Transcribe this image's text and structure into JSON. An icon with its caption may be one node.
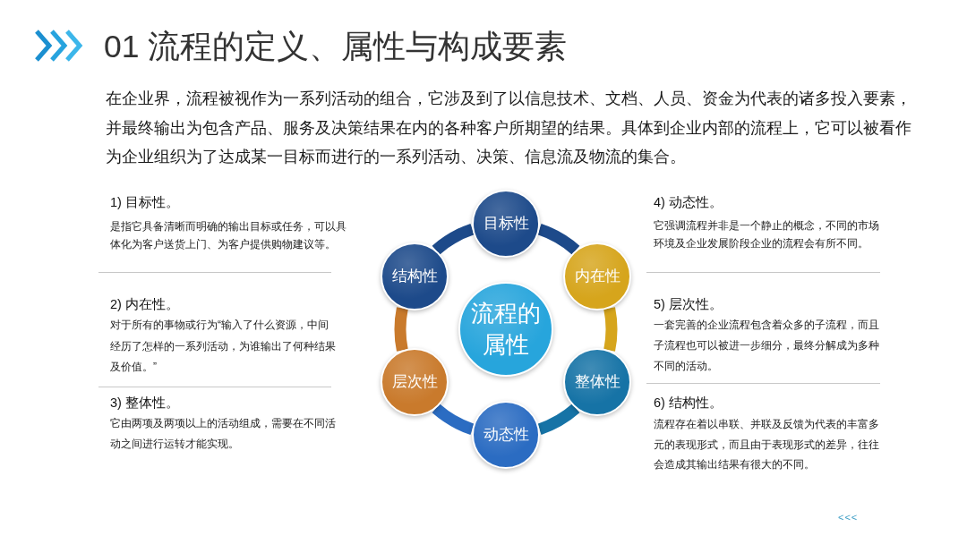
{
  "diagram": {
    "title": "01 流程的定义、属性与构成要素",
    "nodes": [
      {
        "text": [
          "流程的属性"
        ]
      },
      {
        "text": [
          "目标性"
        ]
      },
      {
        "text": [
          "内在性"
        ]
      },
      {
        "text": [
          "整体性"
        ]
      },
      {
        "text": [
          "动态性"
        ]
      },
      {
        "text": [
          "层次性"
        ]
      },
      {
        "text": [
          "结构性"
        ]
      }
    ],
    "edges": [
      {
        "from": 1,
        "to": 2,
        "arrow": "none",
        "color": "#1d4a8a"
      },
      {
        "from": 2,
        "to": 3,
        "arrow": "none",
        "color": "#d6a51c"
      },
      {
        "from": 3,
        "to": 4,
        "arrow": "none",
        "color": "#1673a6"
      },
      {
        "from": 4,
        "to": 5,
        "arrow": "none",
        "color": "#2b6cc2"
      },
      {
        "from": 5,
        "to": 6,
        "arrow": "none",
        "color": "#c97a2c"
      },
      {
        "from": 6,
        "to": 1,
        "arrow": "none",
        "color": "#1d4a8a"
      }
    ],
    "labels": [
      "在企业界，流程被视作为一系列活动的组合，它涉及到了以信息技术、文档、人员、资金为代表的诸多投入要素，并最终输出为包含产品、服务及决策结果在内的各种客户所期望的结果。具体到企业内部的流程上，它可以被看作为企业组织为了达成某一目标而进行的一系列活动、决策、信息流及物流的集合。",
      "1) 目标性。",
      "是指它具备清晰而明确的输出目标或任务，可以具体化为客户送货上门、为客户提供购物建议等。",
      "2) 内在性。",
      "对于所有的事物或行为“输入了什么资源，中间经历了怎样的一系列活动，为谁输出了何种结果及价值。”",
      "3) 整体性。",
      "它由两项及两项以上的活动组成，需要在不同活动之间进行运转才能实现。",
      "4) 动态性。",
      "它强调流程并非是一个静止的概念，不同的市场环境及企业发展阶段企业的流程会有所不同。",
      "5) 层次性。",
      "一套完善的企业流程包含着众多的子流程，而且子流程也可以被进一步细分，最终分解成为多种不同的活动。",
      "6) 结构性。",
      "流程存在着以串联、并联及反馈为代表的丰富多元的表现形式，而且由于表现形式的差异，往往会造成其输出结果有很大的不同。",
      "<<<"
    ]
  }
}
